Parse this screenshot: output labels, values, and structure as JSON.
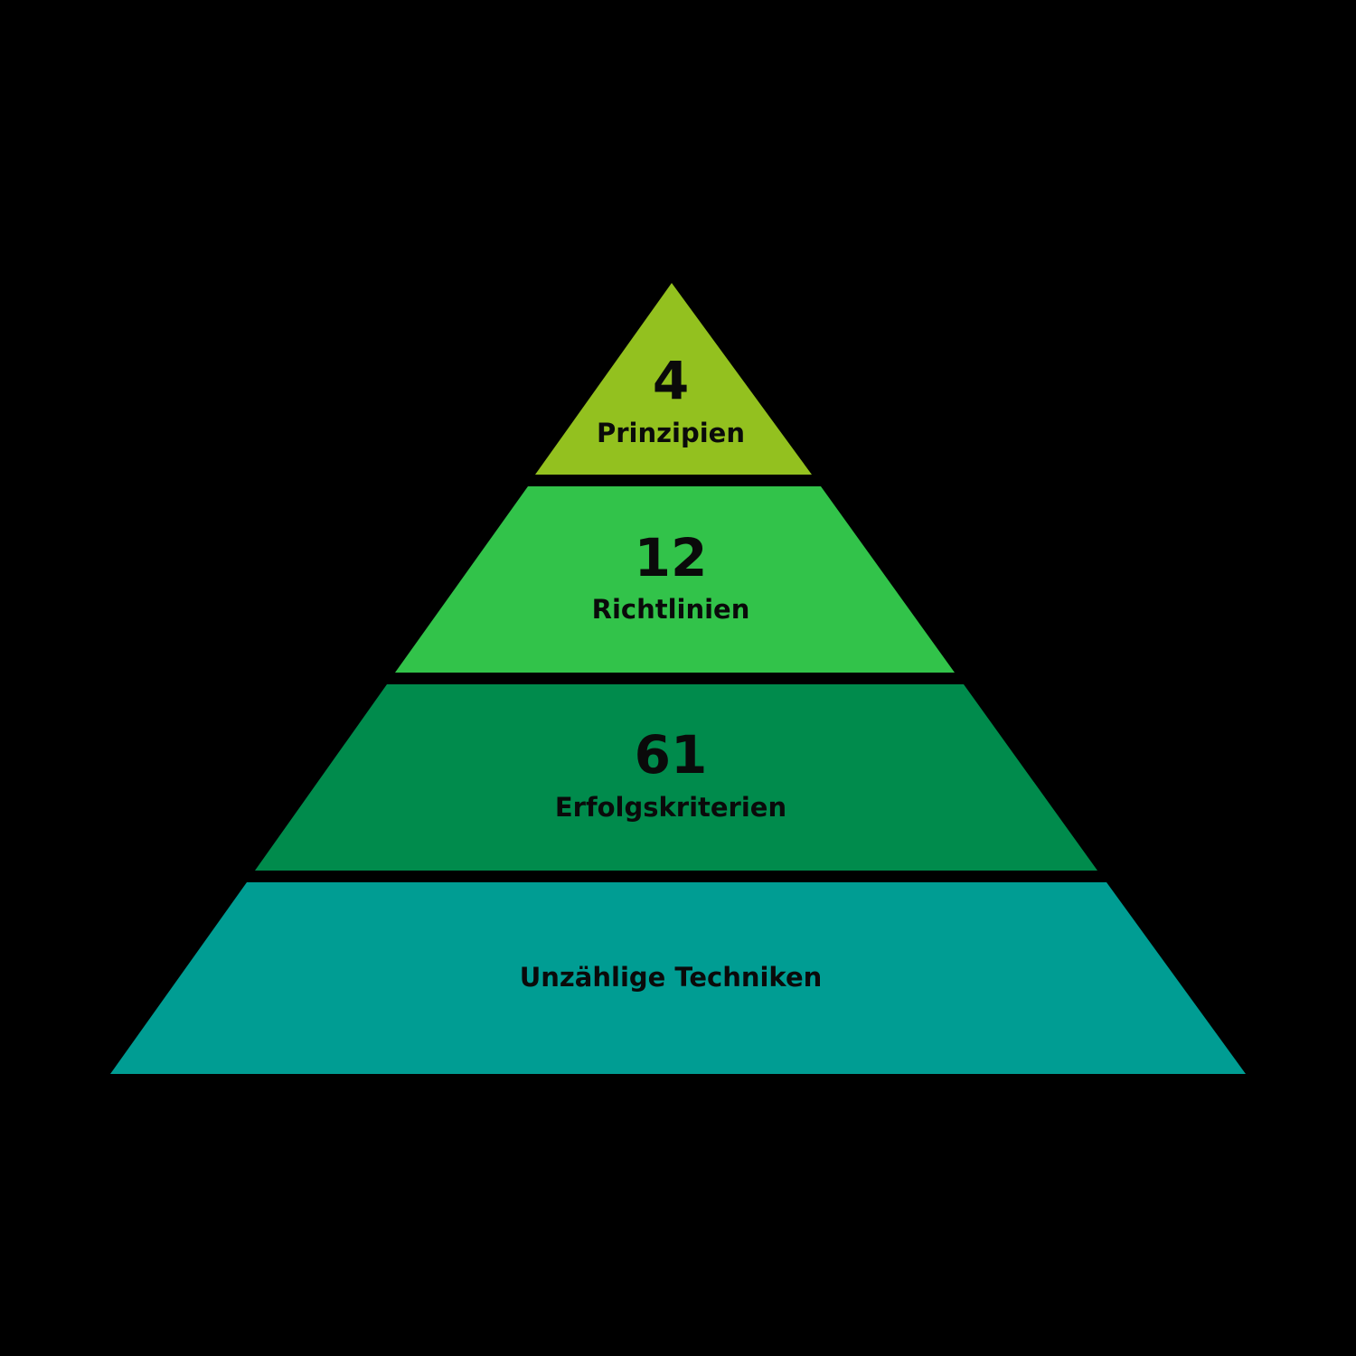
{
  "pyramid": {
    "tiers": [
      {
        "number": "4",
        "label": "Prinzipien",
        "color": "#93c11f"
      },
      {
        "number": "12",
        "label": "Richtlinien",
        "color": "#32c34a"
      },
      {
        "number": "61",
        "label": "Erfolgskriterien",
        "color": "#008b4c"
      },
      {
        "number": "",
        "label": "Unzählige Techniken",
        "color": "#009d93"
      }
    ]
  }
}
